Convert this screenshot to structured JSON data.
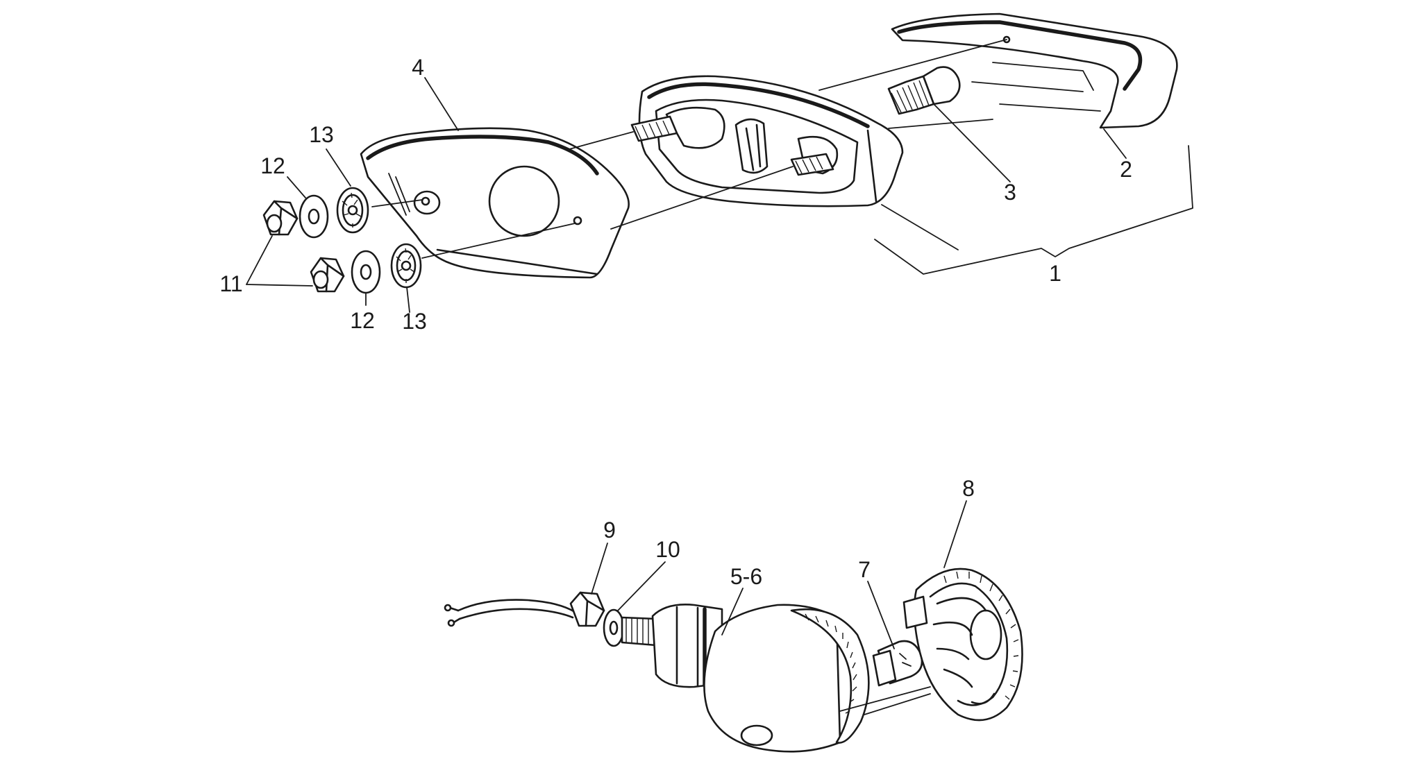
{
  "diagram": {
    "callouts": [
      {
        "id": "c1",
        "label": "1"
      },
      {
        "id": "c2",
        "label": "2"
      },
      {
        "id": "c3",
        "label": "3"
      },
      {
        "id": "c4",
        "label": "4"
      },
      {
        "id": "c56",
        "label": "5-6"
      },
      {
        "id": "c7",
        "label": "7"
      },
      {
        "id": "c8",
        "label": "8"
      },
      {
        "id": "c9",
        "label": "9"
      },
      {
        "id": "c10",
        "label": "10"
      },
      {
        "id": "c11",
        "label": "11"
      },
      {
        "id": "c12a",
        "label": "12"
      },
      {
        "id": "c12b",
        "label": "12"
      },
      {
        "id": "c13a",
        "label": "13"
      },
      {
        "id": "c13b",
        "label": "13"
      }
    ]
  }
}
